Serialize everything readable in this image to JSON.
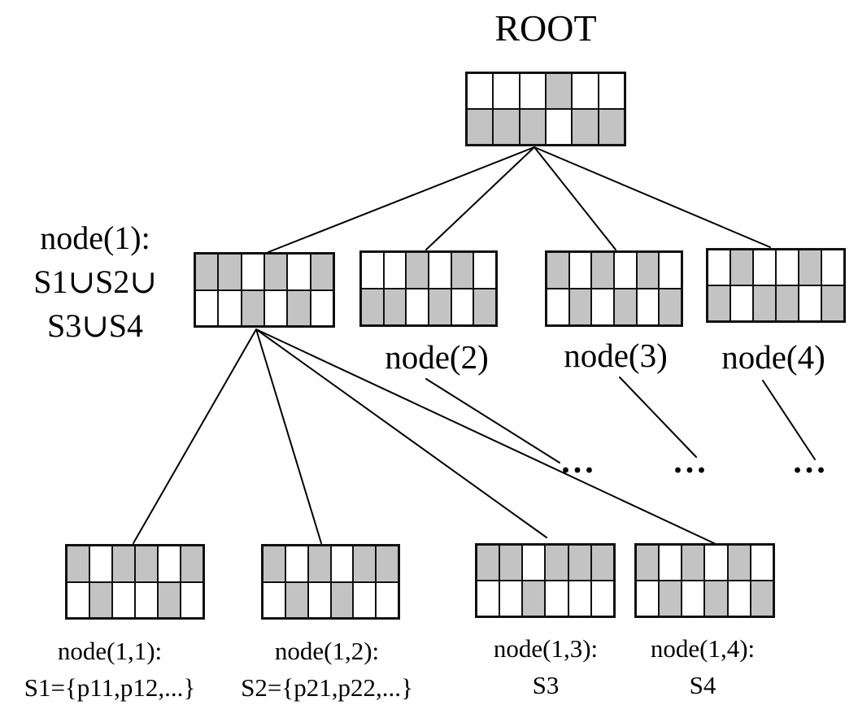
{
  "figure": {
    "root": {
      "title": "ROOT",
      "pattern": [
        [
          0,
          0,
          0,
          1,
          0,
          0
        ],
        [
          1,
          1,
          1,
          0,
          1,
          1
        ]
      ]
    },
    "level1": [
      {
        "name": "node-1",
        "label_line1": "node(1):",
        "label_line2": "S1∪S2∪",
        "label_line3": "S3∪S4",
        "pattern": [
          [
            1,
            1,
            0,
            1,
            0,
            1
          ],
          [
            0,
            0,
            1,
            0,
            1,
            0
          ]
        ]
      },
      {
        "name": "node-2",
        "label": "node(2)",
        "ellipsis": "...",
        "pattern": [
          [
            0,
            0,
            1,
            0,
            1,
            0
          ],
          [
            1,
            1,
            0,
            1,
            0,
            1
          ]
        ]
      },
      {
        "name": "node-3",
        "label": "node(3)",
        "ellipsis": "...",
        "pattern": [
          [
            1,
            0,
            1,
            0,
            1,
            0
          ],
          [
            0,
            1,
            0,
            1,
            0,
            1
          ]
        ]
      },
      {
        "name": "node-4",
        "label": "node(4)",
        "ellipsis": "...",
        "pattern": [
          [
            0,
            1,
            0,
            0,
            1,
            0
          ],
          [
            1,
            0,
            1,
            1,
            0,
            1
          ]
        ]
      }
    ],
    "level2": [
      {
        "name": "node-1-1",
        "label_line1": "node(1,1):",
        "label_line2": "S1={p11,p12,...}",
        "pattern": [
          [
            1,
            0,
            1,
            1,
            0,
            1
          ],
          [
            0,
            1,
            0,
            0,
            1,
            0
          ]
        ]
      },
      {
        "name": "node-1-2",
        "label_line1": "node(1,2):",
        "label_line2": "S2={p21,p22,...}",
        "pattern": [
          [
            1,
            0,
            1,
            0,
            1,
            1
          ],
          [
            0,
            1,
            0,
            1,
            0,
            0
          ]
        ]
      },
      {
        "name": "node-1-3",
        "label_line1": "node(1,3):",
        "label_line2": "S3",
        "pattern": [
          [
            1,
            1,
            0,
            1,
            1,
            1
          ],
          [
            0,
            0,
            1,
            0,
            0,
            0
          ]
        ]
      },
      {
        "name": "node-1-4",
        "label_line1": "node(1,4):",
        "label_line2": "S4",
        "pattern": [
          [
            1,
            0,
            1,
            0,
            1,
            0
          ],
          [
            0,
            1,
            0,
            1,
            0,
            1
          ]
        ]
      }
    ],
    "edges": [
      {
        "from": "ROOT",
        "to": "node(1)"
      },
      {
        "from": "ROOT",
        "to": "node(2)"
      },
      {
        "from": "ROOT",
        "to": "node(3)"
      },
      {
        "from": "ROOT",
        "to": "node(4)"
      },
      {
        "from": "node(1)",
        "to": "node(1,1)"
      },
      {
        "from": "node(1)",
        "to": "node(1,2)"
      },
      {
        "from": "node(1)",
        "to": "node(1,3)"
      },
      {
        "from": "node(1)",
        "to": "node(1,4)"
      },
      {
        "from": "node(2)",
        "to": "..."
      },
      {
        "from": "node(3)",
        "to": "..."
      },
      {
        "from": "node(4)",
        "to": "..."
      }
    ],
    "colors": {
      "cell_filled": "#c3c3c3",
      "cell_empty": "#ffffff",
      "grid_border": "#111111",
      "edge_line": "#000000",
      "text": "#000000",
      "background": "#ffffff"
    }
  }
}
